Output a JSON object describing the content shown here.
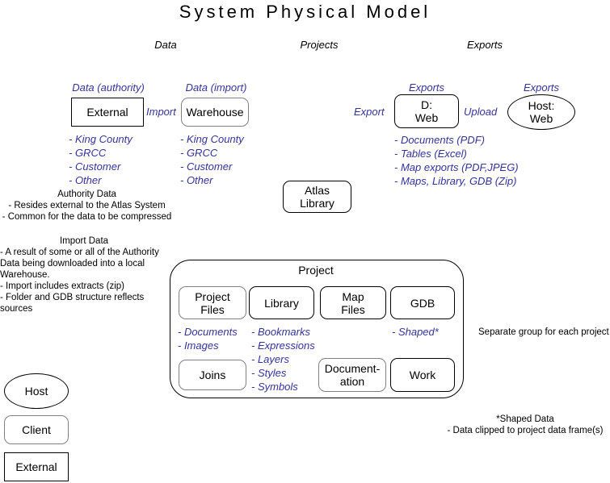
{
  "title": "System Physical Model",
  "column_headers": [
    {
      "label": "Data"
    },
    {
      "label": "Projects"
    },
    {
      "label": "Exports"
    }
  ],
  "data_column": {
    "authority": {
      "caption": "Data (authority)",
      "box_label": "External",
      "items": [
        "- King County",
        "- GRCC",
        "- Customer",
        "- Other"
      ]
    },
    "transition_label": "Import",
    "import": {
      "caption": "Data (import)",
      "box_label": "Warehouse",
      "items": [
        "- King County",
        "- GRCC",
        "- Customer",
        "- Other"
      ]
    }
  },
  "exports_column": {
    "transition_label_left": "Export",
    "disk": {
      "caption": "Exports",
      "box_line1": "D:",
      "box_line2": "Web",
      "items": [
        "- Documents (PDF)",
        "- Tables (Excel)",
        "- Map exports (PDF,JPEG)",
        "- Maps, Library, GDB (Zip)"
      ]
    },
    "transition_label_right": "Upload",
    "host": {
      "caption": "Exports",
      "box_line1": "Host:",
      "box_line2": "Web"
    }
  },
  "atlas_library": {
    "line1": "Atlas",
    "line2": "Library"
  },
  "notes": {
    "authority_data": {
      "heading": "Authority Data",
      "lines": [
        "- Resides external to the Atlas System",
        "- Common for the data to be compressed"
      ]
    },
    "import_data": {
      "heading": "Import Data",
      "lines": [
        "- A result of some or all of the Authority",
        "Data being downloaded into a local",
        "Warehouse.",
        "- Import includes extracts (zip)",
        "- Folder and GDB structure reflects",
        "sources"
      ]
    },
    "separate_group": "Separate group for each project",
    "shaped_data": {
      "heading": "*Shaped Data",
      "lines": [
        "- Data clipped to project data frame(s)"
      ]
    }
  },
  "project": {
    "title": "Project",
    "boxes_top": [
      {
        "line1": "Project",
        "line2": "Files"
      },
      {
        "line1": "Library",
        "line2": ""
      },
      {
        "line1": "Map",
        "line2": "Files"
      },
      {
        "line1": "GDB",
        "line2": ""
      }
    ],
    "boxes_bottom": [
      {
        "line1": "Joins",
        "line2": ""
      },
      {
        "line1": "Document-",
        "line2": "ation"
      },
      {
        "line1": "Work",
        "line2": ""
      }
    ],
    "list_project_files": [
      "- Documents",
      "- Images"
    ],
    "list_library": [
      "- Bookmarks",
      "- Expressions",
      "- Layers",
      "- Styles",
      "- Symbols"
    ],
    "list_gdb": [
      "- Shaped*"
    ]
  },
  "legend": [
    {
      "label": "Host",
      "shape": "ellipse"
    },
    {
      "label": "Client",
      "shape": "rounded-rect"
    },
    {
      "label": "External",
      "shape": "rect"
    }
  ],
  "colors": {
    "accent_blue": "#33339e",
    "text_black": "#000000",
    "gray_border": "#808080"
  }
}
